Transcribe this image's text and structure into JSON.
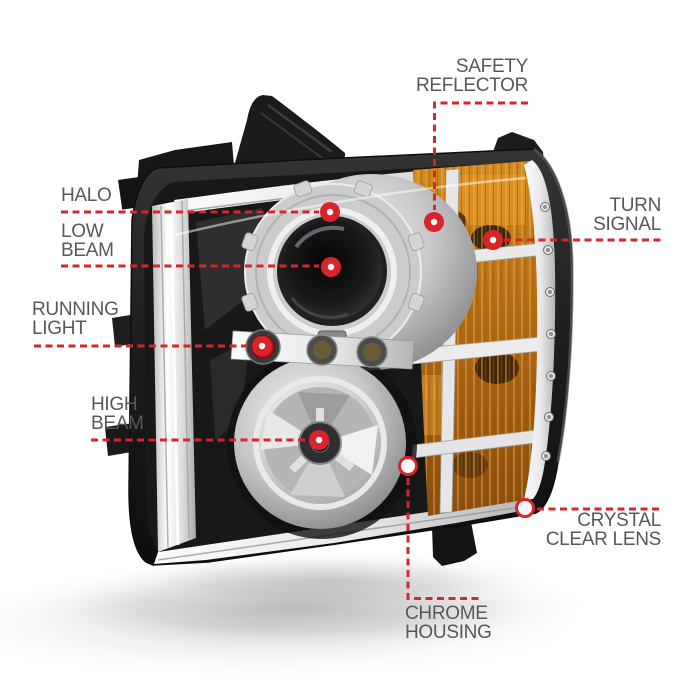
{
  "figure": {
    "subject": "Chrome housing dual halo projector headlight, annotated product diagram",
    "background_color": "#ffffff"
  },
  "style": {
    "accent_red": "#d92529",
    "label_color": "#57585b",
    "amber_color": "#c9811f",
    "chrome_color": "#d9d9d9"
  },
  "callouts": [
    {
      "id": "safety-reflector",
      "lines": [
        "SAFETY",
        "REFLECTOR"
      ],
      "marker": "filled-dot"
    },
    {
      "id": "halo",
      "lines": [
        "HALO"
      ],
      "marker": "filled-dot"
    },
    {
      "id": "low-beam",
      "lines": [
        "LOW",
        "BEAM"
      ],
      "marker": "filled-dot"
    },
    {
      "id": "turn-signal",
      "lines": [
        "TURN",
        "SIGNAL"
      ],
      "marker": "filled-dot"
    },
    {
      "id": "running-light",
      "lines": [
        "RUNNING",
        "LIGHT"
      ],
      "marker": "filled-dot"
    },
    {
      "id": "high-beam",
      "lines": [
        "HIGH",
        "BEAM"
      ],
      "marker": "filled-dot"
    },
    {
      "id": "crystal-clear-lens",
      "lines": [
        "CRYSTAL",
        "CLEAR LENS"
      ],
      "marker": "ring"
    },
    {
      "id": "chrome-housing",
      "lines": [
        "CHROME",
        "HOUSING"
      ],
      "marker": "ring"
    }
  ]
}
